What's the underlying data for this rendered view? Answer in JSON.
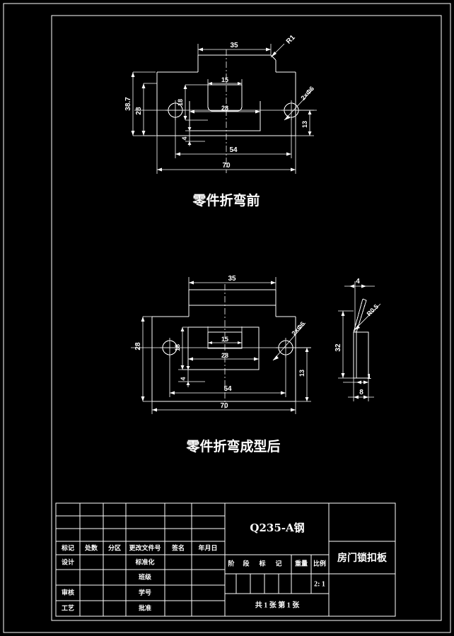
{
  "drawing": {
    "sheet_title": "房门锁扣板",
    "material": "Q235-A钢",
    "scale_value": "2: 1",
    "sheet_count_text": "共 1 张    第 1 张"
  },
  "views": {
    "view1": {
      "caption": "零件折弯前",
      "dims": {
        "top_width": "35",
        "corner_radius": "R1",
        "overall_height": "38.7",
        "body_height": "28",
        "slot_top_width": "15",
        "slot_height": "18",
        "slot_mid_width": "28",
        "slot_bottom_offset": "4",
        "hole_spacing": "54",
        "overall_width": "70",
        "hole_note": "2×Φ6",
        "hole_center_height": "13"
      }
    },
    "view2": {
      "caption": "零件折弯成型后",
      "dims": {
        "top_width": "35",
        "body_height": "28",
        "slot_top_width": "15",
        "slot_height": "18",
        "slot_mid_width": "28",
        "slot_bottom_offset": "4",
        "hole_spacing": "54",
        "overall_width": "70",
        "hole_note": "2×Φ6",
        "hole_center_height": "13"
      }
    },
    "side_view": {
      "dims": {
        "flange_len": "4",
        "bend_radius": "R0.5",
        "height": "32",
        "thickness": "1",
        "base_width": "8"
      }
    }
  },
  "title_block": {
    "revision_headers": [
      "标记",
      "处数",
      "分区",
      "更改文件号",
      "签名",
      "年月日"
    ],
    "left_rows": [
      {
        "label": "设计",
        "mid": "标准化"
      },
      {
        "label": "",
        "mid": "班级"
      },
      {
        "label": "审核",
        "mid": "学号"
      },
      {
        "label": "工艺",
        "mid": "批准"
      }
    ],
    "stage_headers": [
      "阶",
      "段",
      "标",
      "记",
      "重量",
      "比例"
    ]
  }
}
